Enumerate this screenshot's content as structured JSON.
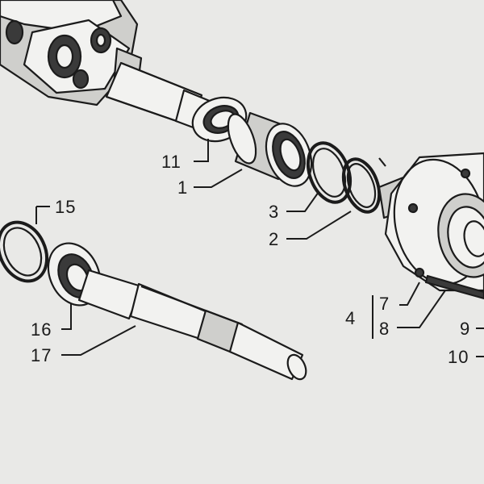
{
  "diagram": {
    "callouts": {
      "c1": "1",
      "c2": "2",
      "c3": "3",
      "c4": "4",
      "c7": "7",
      "c8": "8",
      "c9": "9",
      "c10": "10",
      "c11": "11",
      "c15": "15",
      "c16": "16",
      "c17": "17"
    }
  }
}
